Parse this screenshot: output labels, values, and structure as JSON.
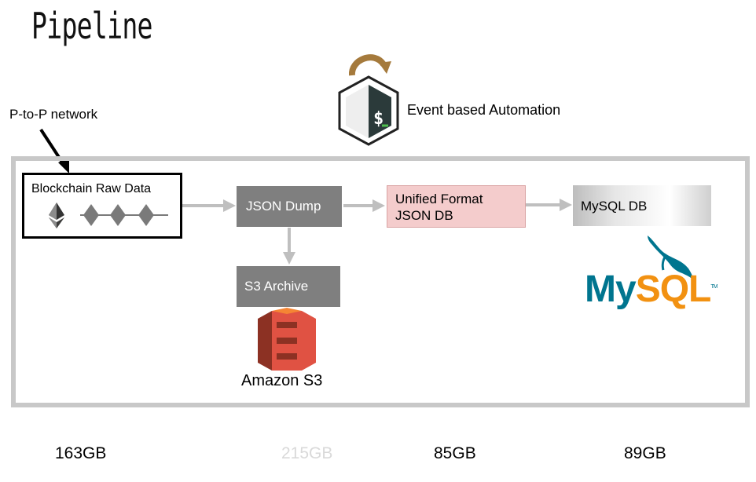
{
  "title": "Pipeline",
  "annotations": {
    "p2p_network": "P-to-P network",
    "event_automation": "Event based Automation"
  },
  "nodes": {
    "raw_data": "Blockchain Raw Data",
    "json_dump": "JSON Dump",
    "s3_archive": "S3 Archive",
    "unified": "Unified Format\nJSON DB",
    "mysql_db": "MySQL DB"
  },
  "logos": {
    "amazon_s3": "Amazon S3",
    "mysql_my": "My",
    "mysql_sql": "SQL",
    "mysql_tm": "TM"
  },
  "sizes": [
    {
      "label": "163GB",
      "color": "#000000"
    },
    {
      "label": "215GB",
      "color": "#d9d9d9"
    },
    {
      "label": "85GB",
      "color": "#000000"
    },
    {
      "label": "89GB",
      "color": "#000000"
    }
  ],
  "colors": {
    "frame": "#c8c8c8",
    "gray_box": "#7f7f7f",
    "unified_fill": "#f4cccc",
    "arrow": "#bfbfbf",
    "s3_red": "#e05243",
    "mysql_blue": "#00758f",
    "mysql_orange": "#f29111"
  },
  "icons": [
    "terminal-bash-icon",
    "refresh-arrow-icon",
    "ethereum-icon",
    "block-chain-icon",
    "amazon-s3-icon",
    "dolphin-icon"
  ]
}
